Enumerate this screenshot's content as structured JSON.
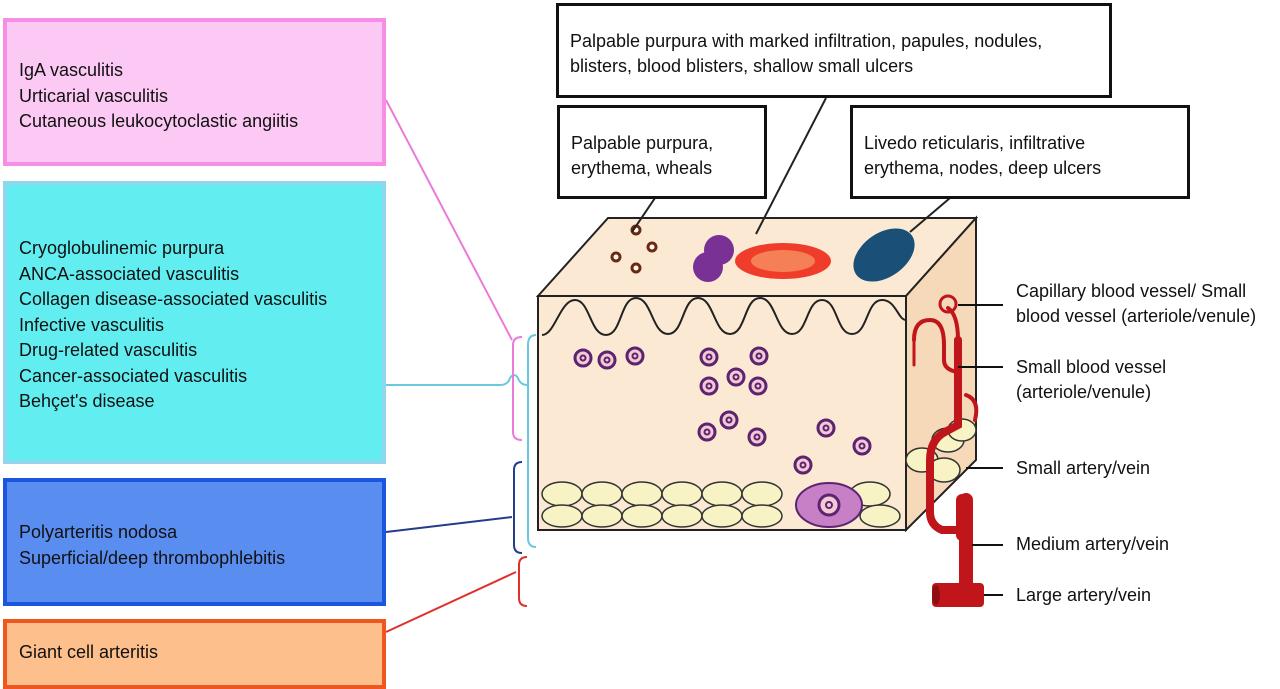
{
  "disease_groups": [
    {
      "items": [
        "IgA vasculitis",
        "Urticarial vasculitis",
        "Cutaneous leukocytoclastic angiitis"
      ]
    },
    {
      "items": [
        "Cryoglobulinemic purpura",
        "ANCA-associated vasculitis",
        "Collagen disease-associated vasculitis",
        "Infective vasculitis",
        "Drug-related vasculitis",
        "Cancer-associated vasculitis",
        "Behçet's disease"
      ]
    },
    {
      "items": [
        "Polyarteritis nodosa",
        "Superficial/deep thrombophlebitis"
      ]
    },
    {
      "items": [
        "Giant cell arteritis"
      ]
    }
  ],
  "skin_findings": {
    "top": [
      "Palpable purpura with marked infiltration, papules, nodules,",
      "blisters, blood blisters, shallow small ulcers"
    ],
    "left": [
      "Palpable purpura,",
      "erythema, wheals"
    ],
    "right": [
      "Livedo reticularis, infiltrative",
      "erythema, nodes, deep ulcers"
    ]
  },
  "vessel_labels": [
    [
      "Capillary blood vessel/ Small",
      "blood vessel (arteriole/venule)"
    ],
    [
      "Small blood vessel",
      "(arteriole/venule)"
    ],
    [
      "Small artery/vein"
    ],
    [
      "Medium artery/vein"
    ],
    [
      "Large artery/vein"
    ]
  ],
  "colors": {
    "pink_fill": "#fbc9f3",
    "pink_border": "#f58ee4",
    "cyan_fill": "#62eef1",
    "cyan_border": "#8fd7ec",
    "blue_fill": "#5a8df0",
    "blue_border": "#1a56e0",
    "orange_fill": "#fdbf8b",
    "orange_border": "#f0571e",
    "skin": "#fbe9d3",
    "vessel_red": "#c0161b"
  }
}
